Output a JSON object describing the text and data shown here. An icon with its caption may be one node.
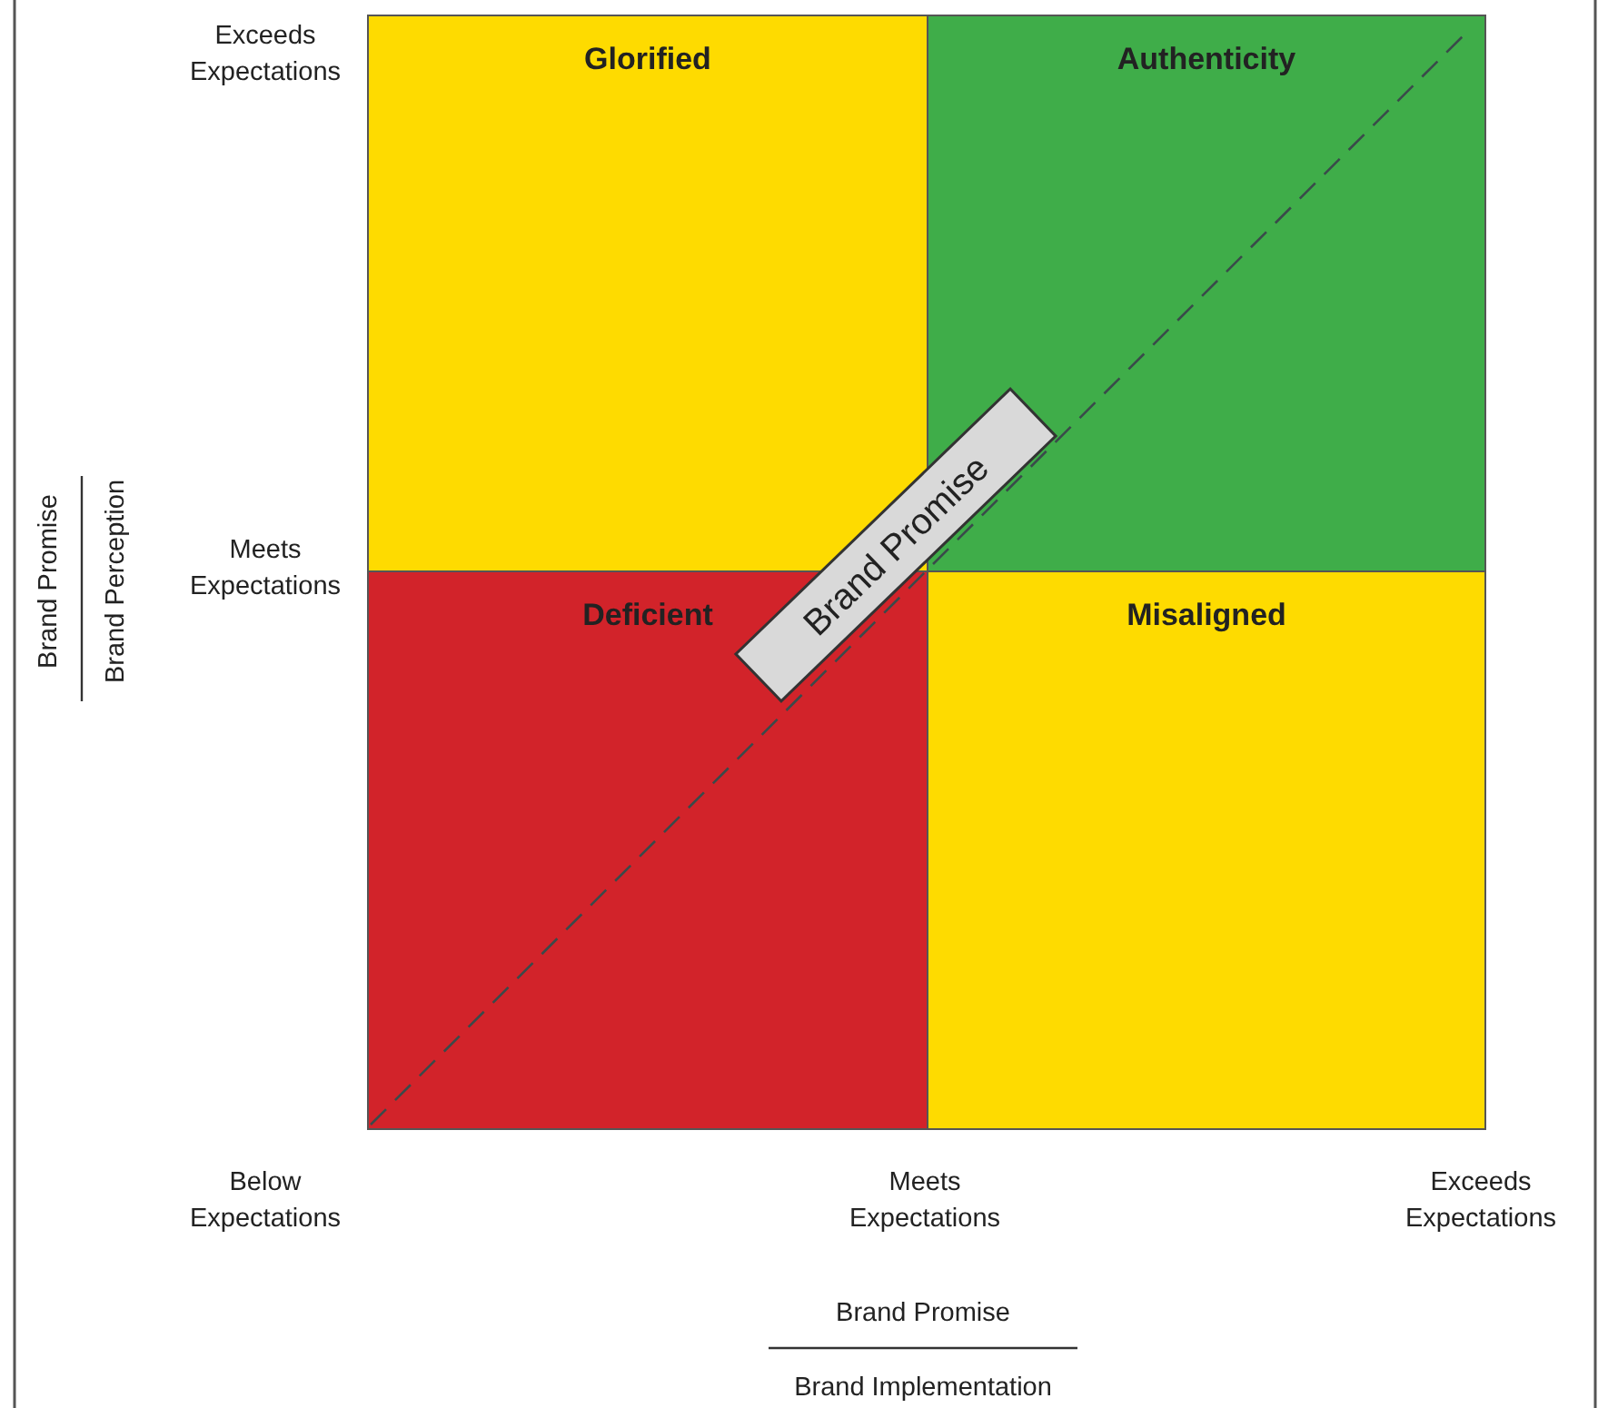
{
  "diagram": {
    "nodes": [
      {
        "text": [
          "Glorified"
        ]
      },
      {
        "text": [
          "Authenticity"
        ]
      },
      {
        "text": [
          "Deficient"
        ]
      },
      {
        "text": [
          "Misaligned"
        ]
      },
      {
        "text": [
          "Brand Promise"
        ]
      }
    ],
    "labels": [
      "Exceeds Expectations",
      "Meets Expectations",
      "Brand Promise",
      "Brand Perception",
      "Below Expectations",
      "Meets Expectations",
      "Exceeds Expectations",
      "Brand Promise",
      "Brand Implementation"
    ]
  }
}
